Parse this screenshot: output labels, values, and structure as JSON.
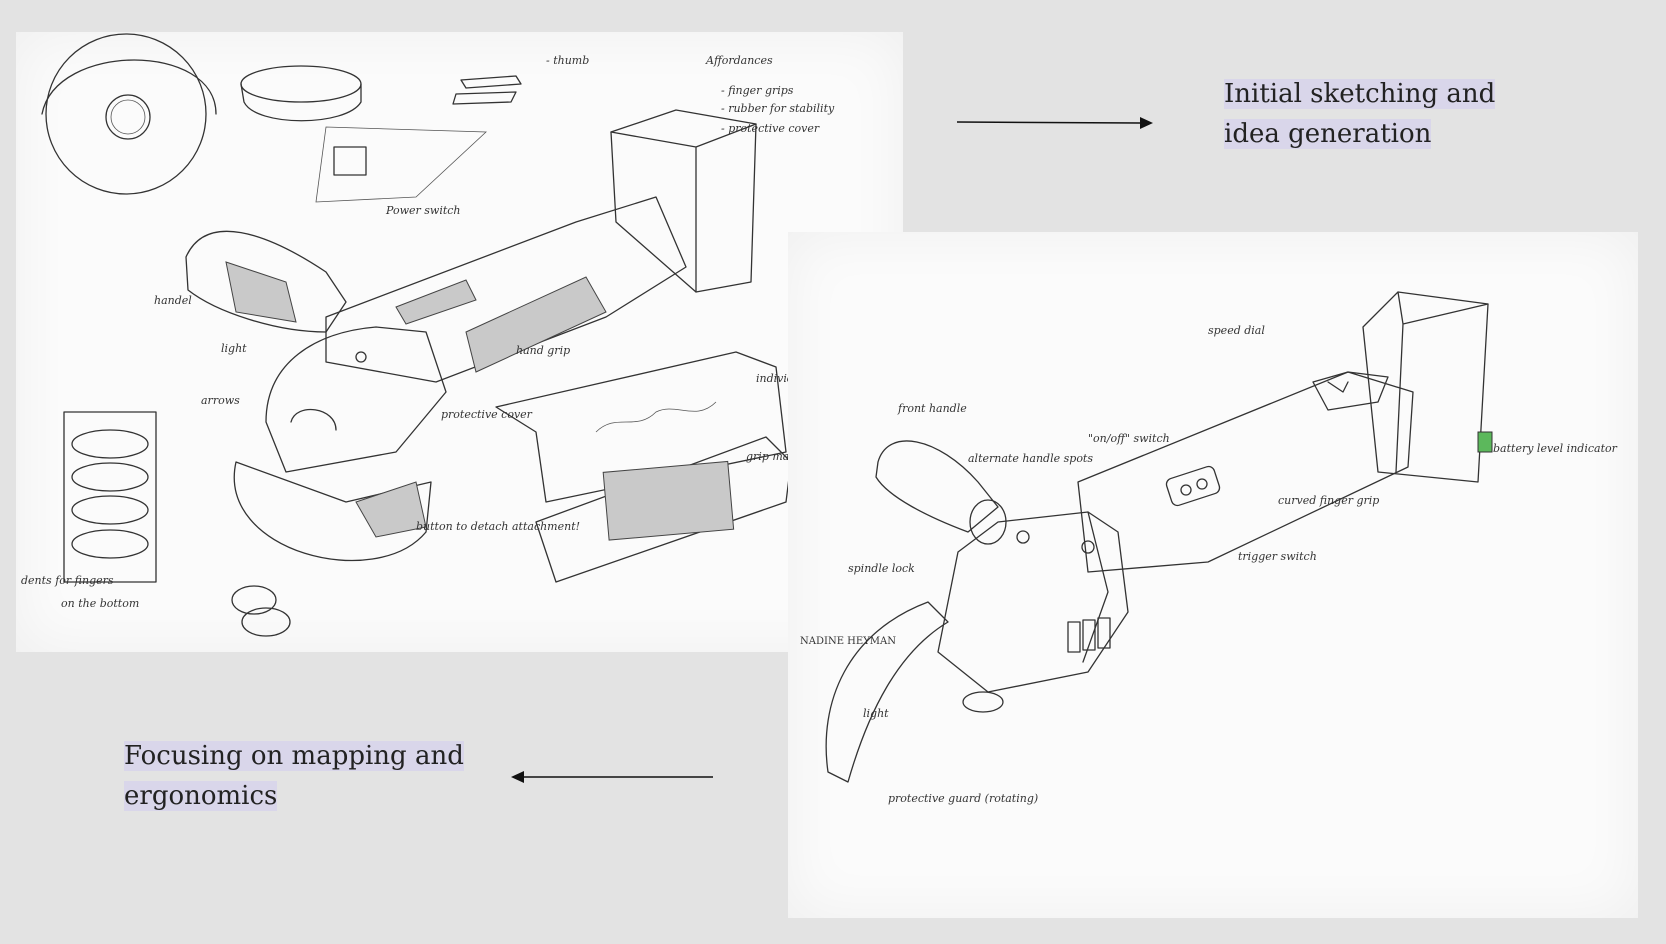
{
  "captions": {
    "top": "Initial sketching and idea generation",
    "bottom": "Focusing on mapping and ergonomics"
  },
  "sketch1": {
    "notes": {
      "thumb": "- thumb",
      "affordances": "Affordances",
      "finger_grips": "- finger grips",
      "rubber": "- rubber for stability",
      "cover": "- protective cover",
      "power_switch": "Power switch",
      "handel": "handel",
      "light": "light",
      "arrows": "arrows",
      "hand_grip": "hand grip",
      "protective_cover": "protective cover",
      "individual_grips": "individual finger grips",
      "grip_material": "grip material?",
      "button": "button to detach attachment!",
      "dents": "dents for fingers",
      "bottom": "on the bottom"
    },
    "signature": "NADINE HEYMAN"
  },
  "sketch2": {
    "notes": {
      "front_handle": "front handle",
      "speed_dial": "speed dial",
      "handle_spots": "alternate handle spots",
      "onoff": "\"on/off\" switch",
      "battery": "battery level indicator",
      "curved_grip": "curved finger grip",
      "trigger": "trigger switch",
      "spindle_lock": "spindle lock",
      "light": "light",
      "guard": "protective guard (rotating)"
    },
    "accent": "#5cb85c"
  }
}
